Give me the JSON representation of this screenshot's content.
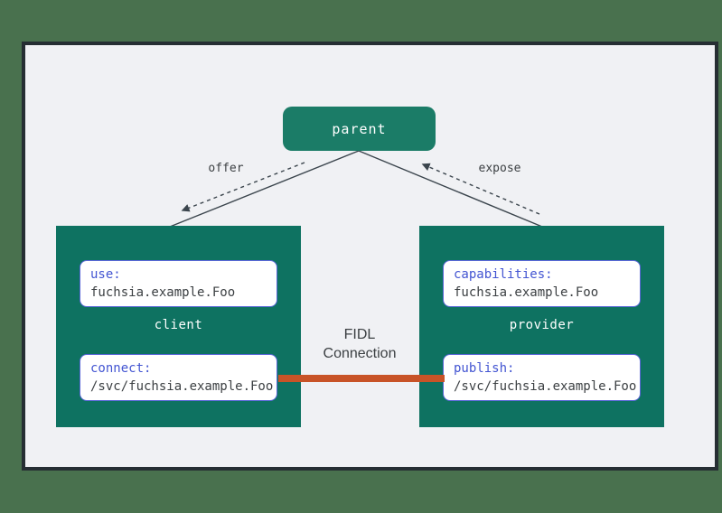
{
  "colors": {
    "outer_background": "#49714e",
    "canvas_background": "#f0f1f4",
    "canvas_border": "#262e33",
    "node_teal": "#0e7261",
    "parent_teal": "#1b7c67",
    "capability_border": "#5a67d8",
    "capability_key_text": "#4355d2",
    "body_text": "#3c4043",
    "connection_orange": "#c85327",
    "edge_line": "#3b454d"
  },
  "parent_node": {
    "label": "parent"
  },
  "edges": {
    "offer_label": "offer",
    "expose_label": "expose"
  },
  "connection": {
    "label_line1": "FIDL",
    "label_line2": "Connection"
  },
  "client_node": {
    "title": "client",
    "use_box": {
      "key": "use:",
      "value": "fuchsia.example.Foo"
    },
    "connect_box": {
      "key": "connect:",
      "value": "/svc/fuchsia.example.Foo"
    }
  },
  "provider_node": {
    "title": "provider",
    "capabilities_box": {
      "key": "capabilities:",
      "value": "fuchsia.example.Foo"
    },
    "publish_box": {
      "key": "publish:",
      "value": "/svc/fuchsia.example.Foo"
    }
  }
}
